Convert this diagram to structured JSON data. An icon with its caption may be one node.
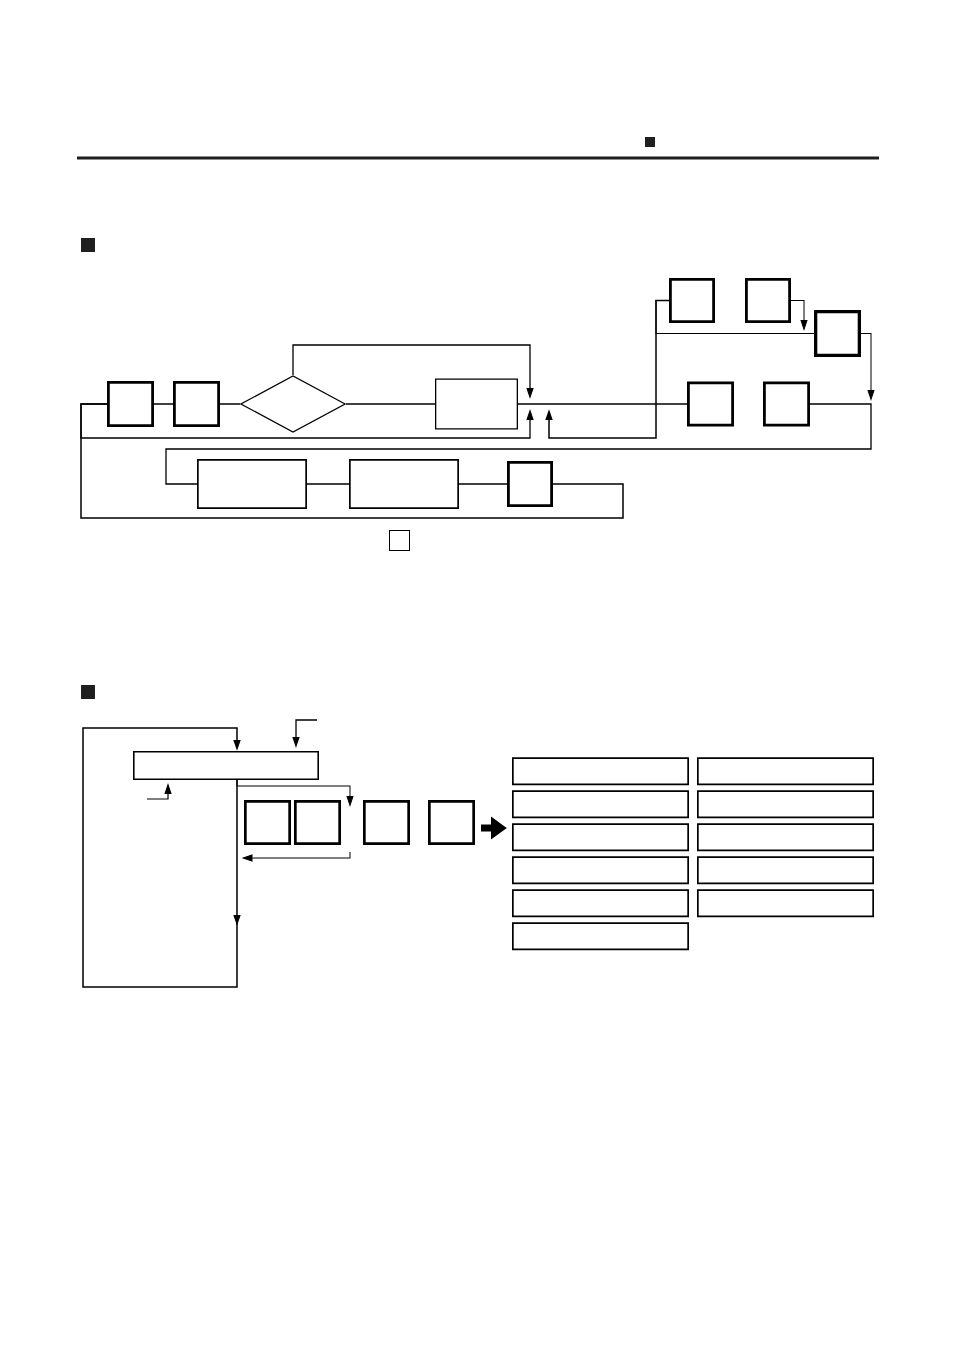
{
  "diagram": {
    "nodes": [
      {
        "text": [],
        "shape": "box"
      },
      {
        "text": [],
        "shape": "box"
      },
      {
        "text": [],
        "shape": "box"
      },
      {
        "text": [],
        "shape": "box"
      },
      {
        "text": [],
        "shape": "box"
      },
      {
        "text": [],
        "shape": "diamond"
      },
      {
        "text": [],
        "shape": "box"
      },
      {
        "text": [],
        "shape": "box"
      },
      {
        "text": [],
        "shape": "box"
      },
      {
        "text": [],
        "shape": "box"
      },
      {
        "text": [],
        "shape": "box"
      },
      {
        "text": [],
        "shape": "box"
      },
      {
        "text": [],
        "shape": "box"
      },
      {
        "text": [],
        "shape": "box"
      },
      {
        "text": [],
        "shape": "box"
      },
      {
        "text": [],
        "shape": "box"
      },
      {
        "text": [],
        "shape": "box"
      },
      {
        "text": [],
        "shape": "box"
      },
      {
        "text": [],
        "shape": "box"
      },
      {
        "text": [],
        "shape": "box"
      },
      {
        "text": [],
        "shape": "box"
      },
      {
        "text": [],
        "shape": "box"
      },
      {
        "text": [],
        "shape": "box"
      },
      {
        "text": [],
        "shape": "box"
      },
      {
        "text": [],
        "shape": "box"
      },
      {
        "text": [],
        "shape": "box"
      },
      {
        "text": [],
        "shape": "box"
      },
      {
        "text": [],
        "shape": "box"
      },
      {
        "text": [],
        "shape": "box"
      }
    ],
    "edges": [
      {
        "from": 3,
        "to": 4,
        "arrow": "none"
      },
      {
        "from": 4,
        "to": 5,
        "arrow": "none"
      },
      {
        "from": 5,
        "to": 6,
        "arrow": "none"
      },
      {
        "from": 6,
        "to": 7,
        "arrow": "none"
      },
      {
        "from": 5,
        "to": 6,
        "arrow": "to"
      },
      {
        "from": 3,
        "to": 6,
        "arrow": "to"
      },
      {
        "from": 11,
        "to": 3,
        "arrow": "none"
      },
      {
        "from": 0,
        "to": null,
        "arrow": "to"
      },
      {
        "from": 2,
        "to": 0,
        "arrow": "none"
      },
      {
        "from": 1,
        "to": 2,
        "arrow": "to"
      },
      {
        "from": 2,
        "to": null,
        "arrow": "to"
      },
      {
        "from": 8,
        "to": 9,
        "arrow": "none"
      },
      {
        "from": 9,
        "to": 10,
        "arrow": "none"
      },
      {
        "from": 10,
        "to": 11,
        "arrow": "none"
      },
      {
        "from": 13,
        "to": 13,
        "arrow": "to"
      },
      {
        "from": null,
        "to": 13,
        "arrow": "to"
      },
      {
        "from": null,
        "to": 13,
        "arrow": "to"
      },
      {
        "from": 13,
        "to": 15,
        "arrow": "to"
      },
      {
        "from": 15,
        "to": 14,
        "arrow": "to"
      },
      {
        "from": 17,
        "to": 22,
        "arrow": "to",
        "style": "thick"
      }
    ]
  }
}
